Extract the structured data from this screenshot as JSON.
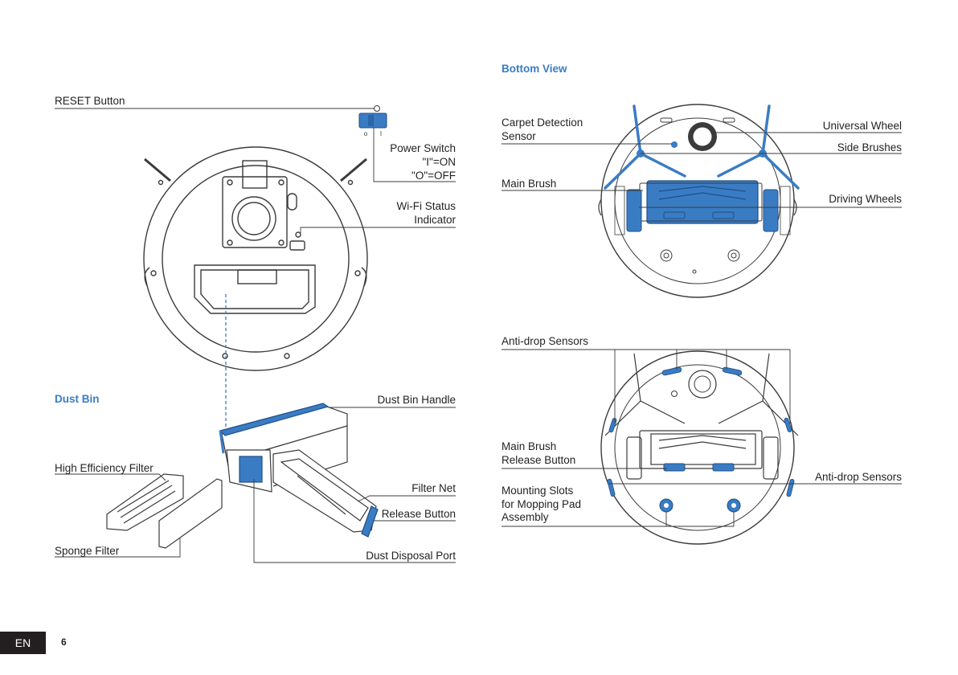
{
  "colors": {
    "accent": "#3a7cc4",
    "line": "#231f20",
    "drawing": "#3b3b3b"
  },
  "labels": {
    "reset": "RESET Button",
    "power_switch": "Power Switch",
    "power_on": "\"I\"=ON",
    "power_off": "\"O\"=OFF",
    "wifi_1": "Wi-Fi Status",
    "wifi_2": "Indicator",
    "dust_bin_handle": "Dust Bin Handle",
    "high_efficiency_filter": "High Efficiency Filter",
    "filter_net": "Filter Net",
    "release_button": "Release Button",
    "sponge_filter": "Sponge Filter",
    "dust_disposal_port": "Dust Disposal Port",
    "carpet_1": "Carpet Detection",
    "carpet_2": "Sensor",
    "universal_wheel": "Universal Wheel",
    "side_brushes": "Side Brushes",
    "main_brush": "Main Brush",
    "driving_wheels": "Driving Wheels",
    "anti_drop_top": "Anti-drop Sensors",
    "main_brush_release_1": "Main Brush",
    "main_brush_release_2": "Release Button",
    "anti_drop_right": "Anti-drop Sensors",
    "mounting_1": "Mounting Slots",
    "mounting_2": "for Mopping Pad",
    "mounting_3": "Assembly"
  },
  "headings": {
    "dust_bin": "Dust Bin",
    "bottom_view": "Bottom View"
  },
  "switch_marks": {
    "off": "o",
    "on": "I"
  },
  "footer": {
    "language": "EN",
    "page_number": "6"
  }
}
